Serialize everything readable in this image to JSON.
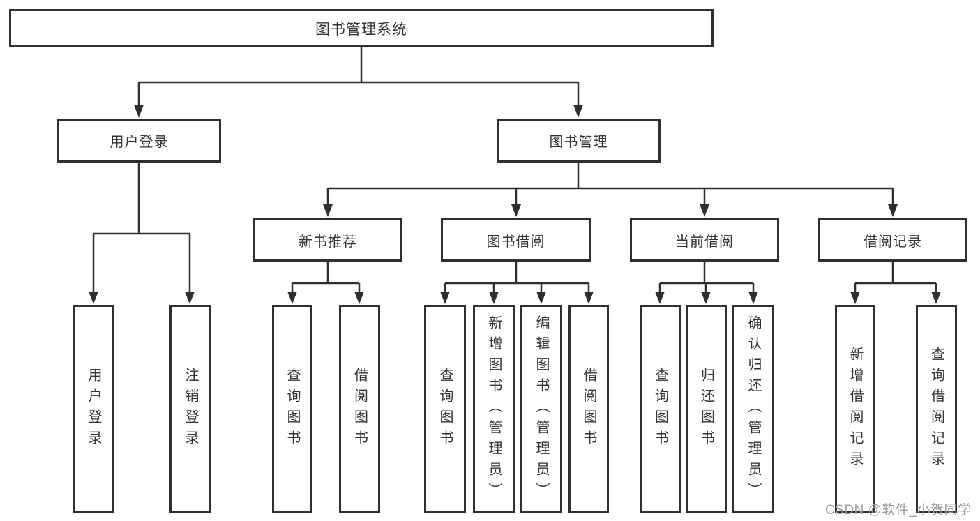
{
  "colors": {
    "line": "#2e2e2e",
    "border": "#2e2e2e",
    "text": "#333333",
    "watermark_gray": "#9b9b9b",
    "background": "#ffffff"
  },
  "tree": {
    "root": {
      "label": "图书管理系统"
    },
    "branches": [
      {
        "label": "用户登录",
        "children": [
          {
            "label": "用户登录"
          },
          {
            "label": "注销登录"
          }
        ]
      },
      {
        "label": "图书管理",
        "children": [
          {
            "label": "新书推荐",
            "children": [
              {
                "label": "查询图书"
              },
              {
                "label": "借阅图书"
              }
            ]
          },
          {
            "label": "图书借阅",
            "children": [
              {
                "label": "查询图书"
              },
              {
                "label": "新增图书（管理员）"
              },
              {
                "label": "编辑图书（管理员）"
              },
              {
                "label": "借阅图书"
              }
            ]
          },
          {
            "label": "当前借阅",
            "children": [
              {
                "label": "查询图书"
              },
              {
                "label": "归还图书"
              },
              {
                "label": "确认归还（管理员）"
              }
            ]
          },
          {
            "label": "借阅记录",
            "children": [
              {
                "label": "新增借阅记录"
              },
              {
                "label": "查询借阅记录"
              }
            ]
          }
        ]
      }
    ]
  },
  "watermark": {
    "text": "CSDN @软件_小贺同学"
  }
}
